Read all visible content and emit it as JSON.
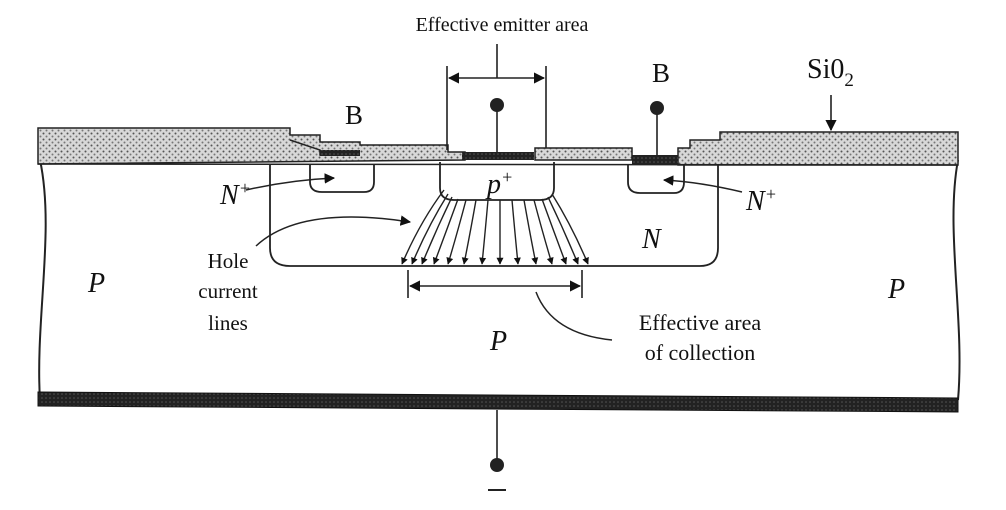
{
  "labels": {
    "effective_emitter_area": "Effective emitter area",
    "base_left": "B",
    "base_right": "B",
    "oxide": "Si0",
    "oxide_subscript": "2",
    "n_plus_left": "N",
    "n_plus_right": "N",
    "plus_sign": "+",
    "p_plus": "p",
    "n_region": "N",
    "p_left": "P",
    "p_right": "P",
    "p_bottom": "P",
    "hole_current_line1": "Hole",
    "hole_current_line2": "current",
    "hole_current_line3": "lines",
    "collection_line1": "Effective area",
    "collection_line2": "of collection"
  },
  "colors": {
    "ink": "#111111",
    "oxide_fill": "#cfcfcf",
    "metal": "#1a1a1a"
  }
}
